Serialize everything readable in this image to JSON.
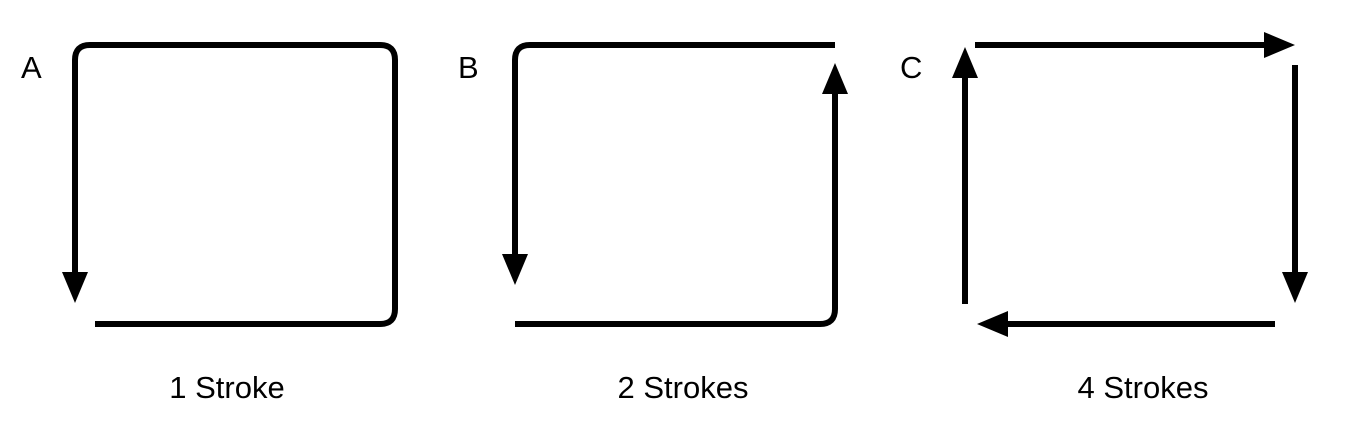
{
  "panels": [
    {
      "letter": "A",
      "caption": "1 Stroke"
    },
    {
      "letter": "B",
      "caption": "2 Strokes"
    },
    {
      "letter": "C",
      "caption": "4 Strokes"
    }
  ],
  "colors": {
    "stroke": "#000000",
    "background": "#ffffff"
  }
}
